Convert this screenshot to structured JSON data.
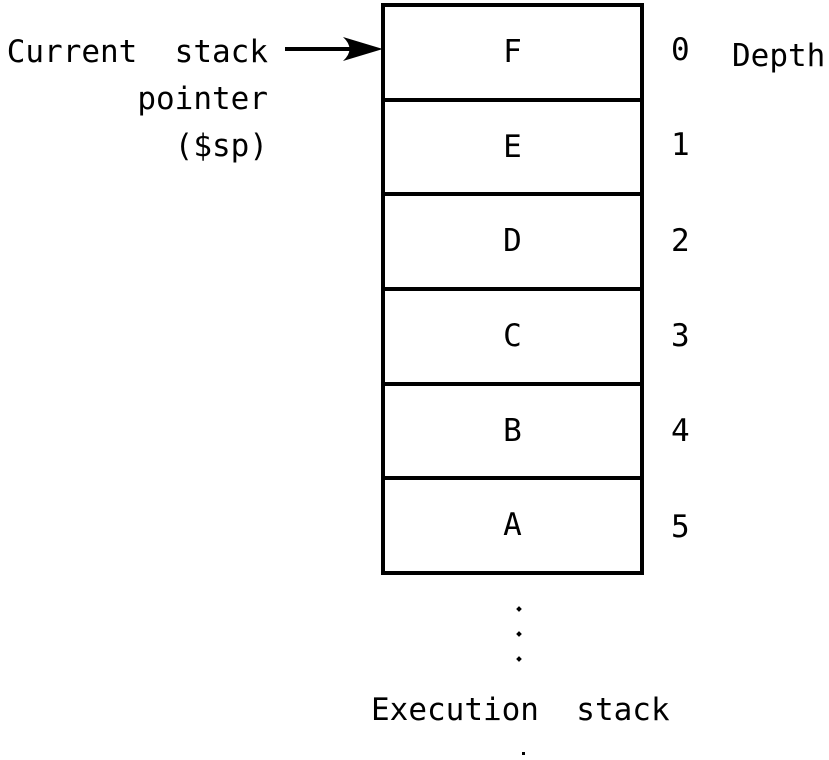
{
  "diagram": {
    "pointer_label": {
      "line1": "Current  stack",
      "line2": "pointer",
      "line3": "($sp)"
    },
    "stack": {
      "cells": [
        {
          "label": "F",
          "depth": "0"
        },
        {
          "label": "E",
          "depth": "1"
        },
        {
          "label": "D",
          "depth": "2"
        },
        {
          "label": "C",
          "depth": "3"
        },
        {
          "label": "B",
          "depth": "4"
        },
        {
          "label": "A",
          "depth": "5"
        }
      ],
      "depth_header": "Depth"
    },
    "caption": "Execution  stack",
    "colors": {
      "line": "#000000",
      "background": "#ffffff"
    }
  }
}
